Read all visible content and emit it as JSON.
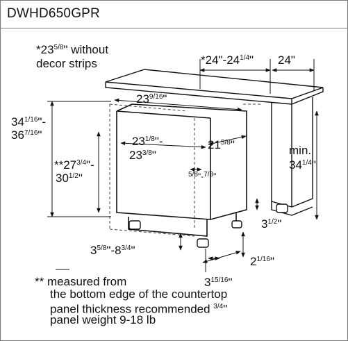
{
  "title": "DWHD650GPR",
  "decor_note": {
    "line1_pre": "*23",
    "line1_frac": "5/8",
    "line1_post": "\" without",
    "line2": "decor strips"
  },
  "dims": {
    "counter_span": {
      "pre": "*24\"-24",
      "frac": "1/4",
      "post": "\""
    },
    "counter_depth": "24\"",
    "top_width": {
      "pre": "23",
      "frac": "9/16",
      "post": "\""
    },
    "overall_height": {
      "pre1": "34",
      "frac1": "1/16",
      "post1": "\"-",
      "pre2": "36",
      "frac2": "7/16",
      "post2": "\""
    },
    "panel_height": {
      "pre1": "**27",
      "frac1": "3/4",
      "post1": "\"-",
      "pre2": "30",
      "frac2": "1/2",
      "post2": "\""
    },
    "panel_width": {
      "pre1": "23",
      "frac1": "1/8",
      "post1": "\"-",
      "pre2": "23",
      "frac2": "3/8",
      "post2": "\""
    },
    "depth": {
      "pre": "21",
      "frac": "5/8",
      "post": "\""
    },
    "gap": {
      "a": "5/8",
      "mid": "\"-",
      "b": "7/8",
      "post": "\""
    },
    "min_height": {
      "line1": "min.",
      "pre": "34",
      "frac": "1/4",
      "post": "\""
    },
    "leg_height": {
      "pre": "3",
      "frac": "1/2",
      "post": "\""
    },
    "toe_range": {
      "pre1": "3",
      "frac1": "5/8",
      "post1": "\"-",
      "pre2": "8",
      "frac2": "3/4",
      "post2": "\""
    },
    "toe_depth": {
      "pre": "2",
      "frac": "1/16",
      "post": "\""
    },
    "foot_offset": {
      "pre": "3",
      "frac": "15/16",
      "post": "\""
    }
  },
  "notes": {
    "line1": "** measured from",
    "line2": "the bottom edge of the countertop",
    "line3_pre": "panel thickness recommended ",
    "line3_frac": "3/4",
    "line3_post": "\"",
    "line4": "panel weight 9-18 lb"
  }
}
